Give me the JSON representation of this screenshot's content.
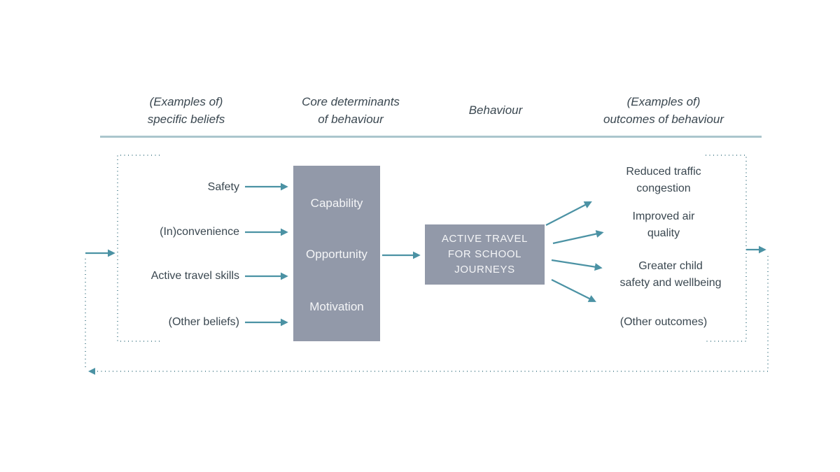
{
  "colors": {
    "background": "#ffffff",
    "teal_arrow": "#4b92a4",
    "dotted_line": "#6f98a3",
    "box_gray": "#9299a9",
    "box_text": "#f4f5f7",
    "text_dark": "#3a4750",
    "header_rule": "#abc6cd"
  },
  "headers": [
    {
      "label": "(Examples of)\nspecific beliefs"
    },
    {
      "label": "Core determinants\nof behaviour"
    },
    {
      "label": "Behaviour"
    },
    {
      "label": "(Examples of)\noutcomes of behaviour"
    }
  ],
  "beliefs": {
    "items": [
      {
        "label": "Safety"
      },
      {
        "label": "(In)convenience"
      },
      {
        "label": "Active travel skills"
      },
      {
        "label": "(Other beliefs)"
      }
    ]
  },
  "determinants": {
    "items": [
      {
        "label": "Capability"
      },
      {
        "label": "Opportunity"
      },
      {
        "label": "Motivation"
      }
    ]
  },
  "behaviour": {
    "label": "ACTIVE TRAVEL\nFOR SCHOOL\nJOURNEYS"
  },
  "outcomes": {
    "items": [
      {
        "label": "Reduced traffic\ncongestion"
      },
      {
        "label": "Improved air\nquality"
      },
      {
        "label": "Greater child\nsafety and wellbeing"
      },
      {
        "label": "(Other outcomes)"
      }
    ]
  }
}
